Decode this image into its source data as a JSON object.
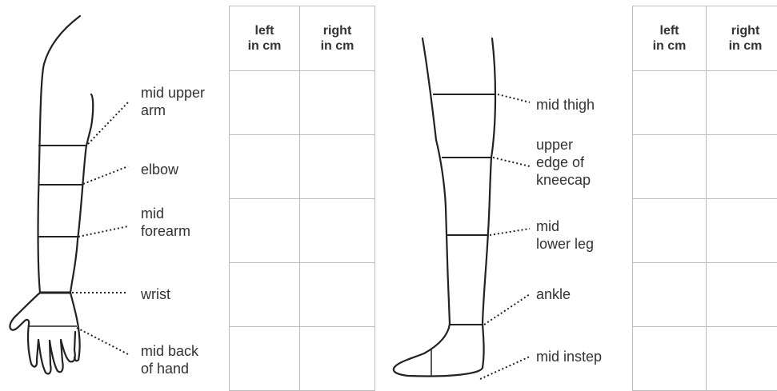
{
  "arm": {
    "labels": {
      "mid_upper_arm": "mid upper\narm",
      "elbow": "elbow",
      "mid_forearm": "mid\nforearm",
      "wrist": "wrist",
      "mid_back_of_hand": "mid back\nof hand"
    },
    "table": {
      "left_header": "left\nin cm",
      "right_header": "right\nin cm"
    }
  },
  "leg": {
    "labels": {
      "mid_thigh": "mid thigh",
      "upper_edge_of_kneecap": "upper\nedge of\nkneecap",
      "mid_lower_leg": "mid\nlower leg",
      "ankle": "ankle",
      "mid_instep": "mid instep"
    },
    "table": {
      "left_header": "left\nin cm",
      "right_header": "right\nin cm"
    }
  },
  "colors": {
    "line": "#222222",
    "grid": "#bdbdbd",
    "text": "#333333"
  }
}
